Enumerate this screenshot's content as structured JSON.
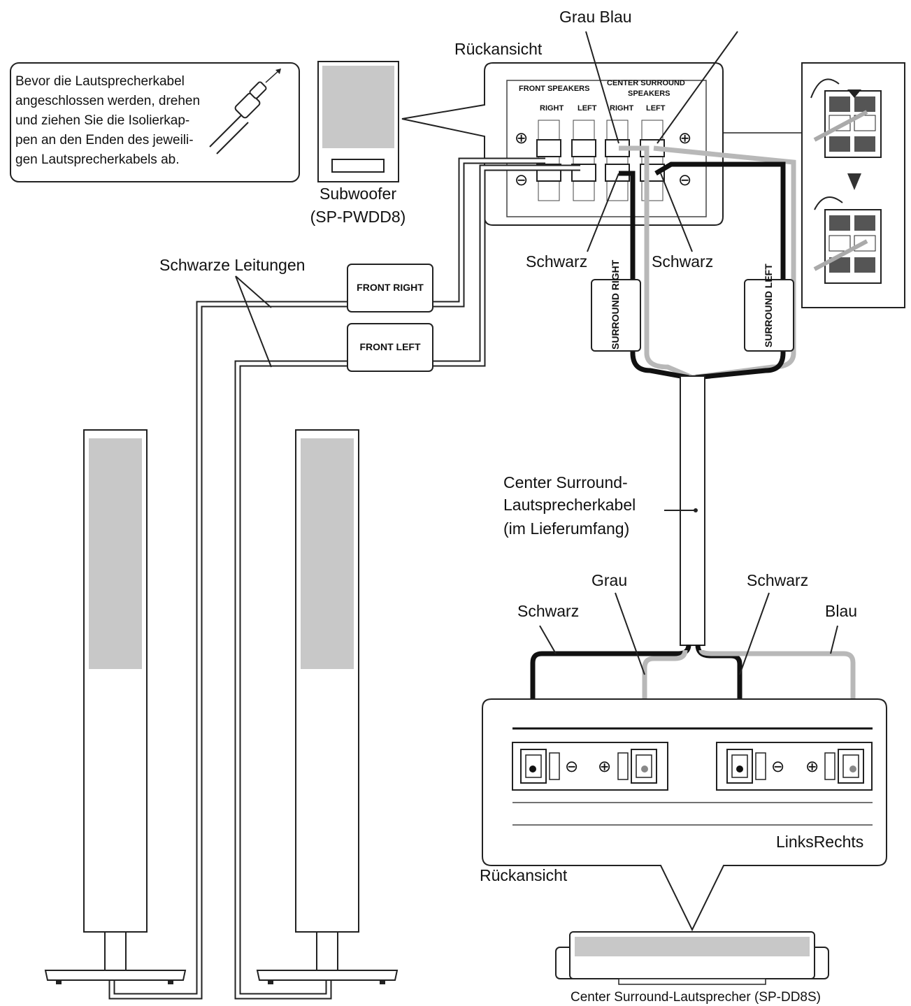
{
  "labels": {
    "grau_blau_top": "Grau Blau",
    "rueckansicht_top": "Rückansicht",
    "subwoofer": "Subwoofer",
    "subwoofer_model": "(SP-PWDD8)",
    "schwarze_leitungen": "Schwarze Leitungen",
    "schwarz_left_top": "Schwarz",
    "schwarz_right_top": "Schwarz",
    "center_cable_1": "Center Surround-",
    "center_cable_2": "Lautsprecherkabel",
    "center_cable_3": "(im Lieferumfang)",
    "grau": "Grau",
    "schwarz_right": "Schwarz",
    "schwarz_left": "Schwarz",
    "blau": "Blau",
    "links_rechts": "LinksRechts",
    "rueckansicht_bottom": "Rückansicht",
    "center_speaker": "Center Surround-Lautsprecher (SP-DD8S)"
  },
  "note_box": {
    "lines": [
      "Bevor die Lautsprecherkabel",
      "angeschlossen werden, drehen",
      "und ziehen Sie die Isolierkap-",
      "pen an den Enden des jeweili-",
      "gen Lautsprecherkabels ab."
    ]
  },
  "panel": {
    "front_speakers": "FRONT SPEAKERS",
    "center_surround_1": "CENTER SURROUND",
    "center_surround_2": "SPEAKERS",
    "right_1": "RIGHT",
    "left_1": "LEFT",
    "right_2": "RIGHT",
    "left_2": "LEFT",
    "plus": "⊕",
    "minus": "⊖"
  },
  "tags": {
    "front_right": "FRONT RIGHT",
    "front_left": "FRONT LEFT",
    "surround_right": "SURROUND RIGHT",
    "surround_left": "SURROUND LEFT"
  },
  "center_terminals": {
    "minus": "⊖",
    "plus": "⊕"
  },
  "colors": {
    "black_wire": "#111111",
    "gray_wire": "#b8b8b8",
    "speaker_grille": "#c8c8c8"
  }
}
